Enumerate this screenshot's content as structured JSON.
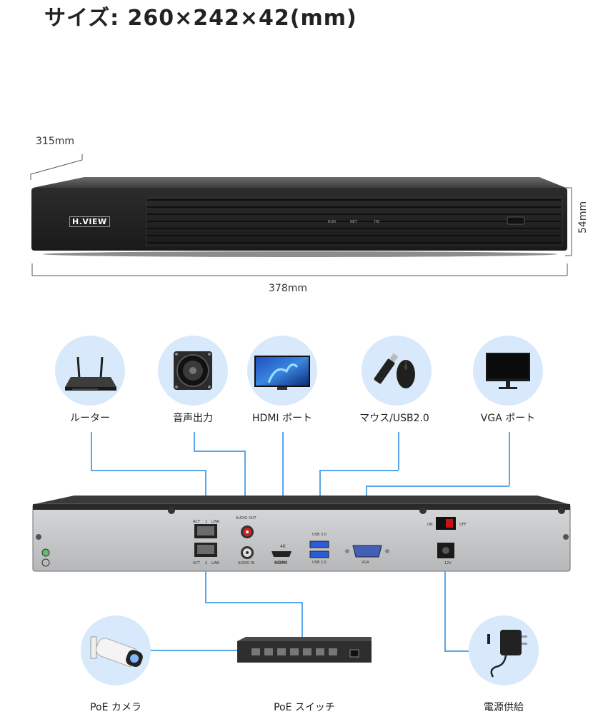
{
  "title": "サイズ: 260×242×42(mm)",
  "dimensions": {
    "depth": "315mm",
    "width": "378mm",
    "height": "54mm"
  },
  "front_panel": {
    "brand": "H.VIEW",
    "indicators": [
      "RUN",
      "NET",
      "HD"
    ]
  },
  "connections": [
    {
      "id": "router",
      "label": "ルーター"
    },
    {
      "id": "audio",
      "label": "音声出力"
    },
    {
      "id": "hdmi",
      "label": "HDMI ポート"
    },
    {
      "id": "usb",
      "label": "マウス/USB2.0"
    },
    {
      "id": "vga",
      "label": "VGA ポート"
    },
    {
      "id": "poe-camera",
      "label": "PoE カメラ"
    },
    {
      "id": "poe-switch",
      "label": "PoE スイッチ"
    },
    {
      "id": "power",
      "label": "電源供給"
    }
  ],
  "rear_panel": {
    "act": "ACT",
    "link": "LINK",
    "port1": "1",
    "port2": "2",
    "audio_out": "AUDIO OUT",
    "audio_in": "AUDIO IN",
    "hdmi_4k": "4K",
    "hdmi": "HDMI",
    "usb30": "USB 3.0",
    "usb20": "USB 2.0",
    "vga": "VGA",
    "on": "ON",
    "off": "OFF",
    "v12": "12V"
  },
  "colors": {
    "connector_line": "#5aa6e8",
    "icon_bg": "#d8e9fb",
    "device_body": "#2a2a2a",
    "rear_panel": "#c9cacc"
  }
}
